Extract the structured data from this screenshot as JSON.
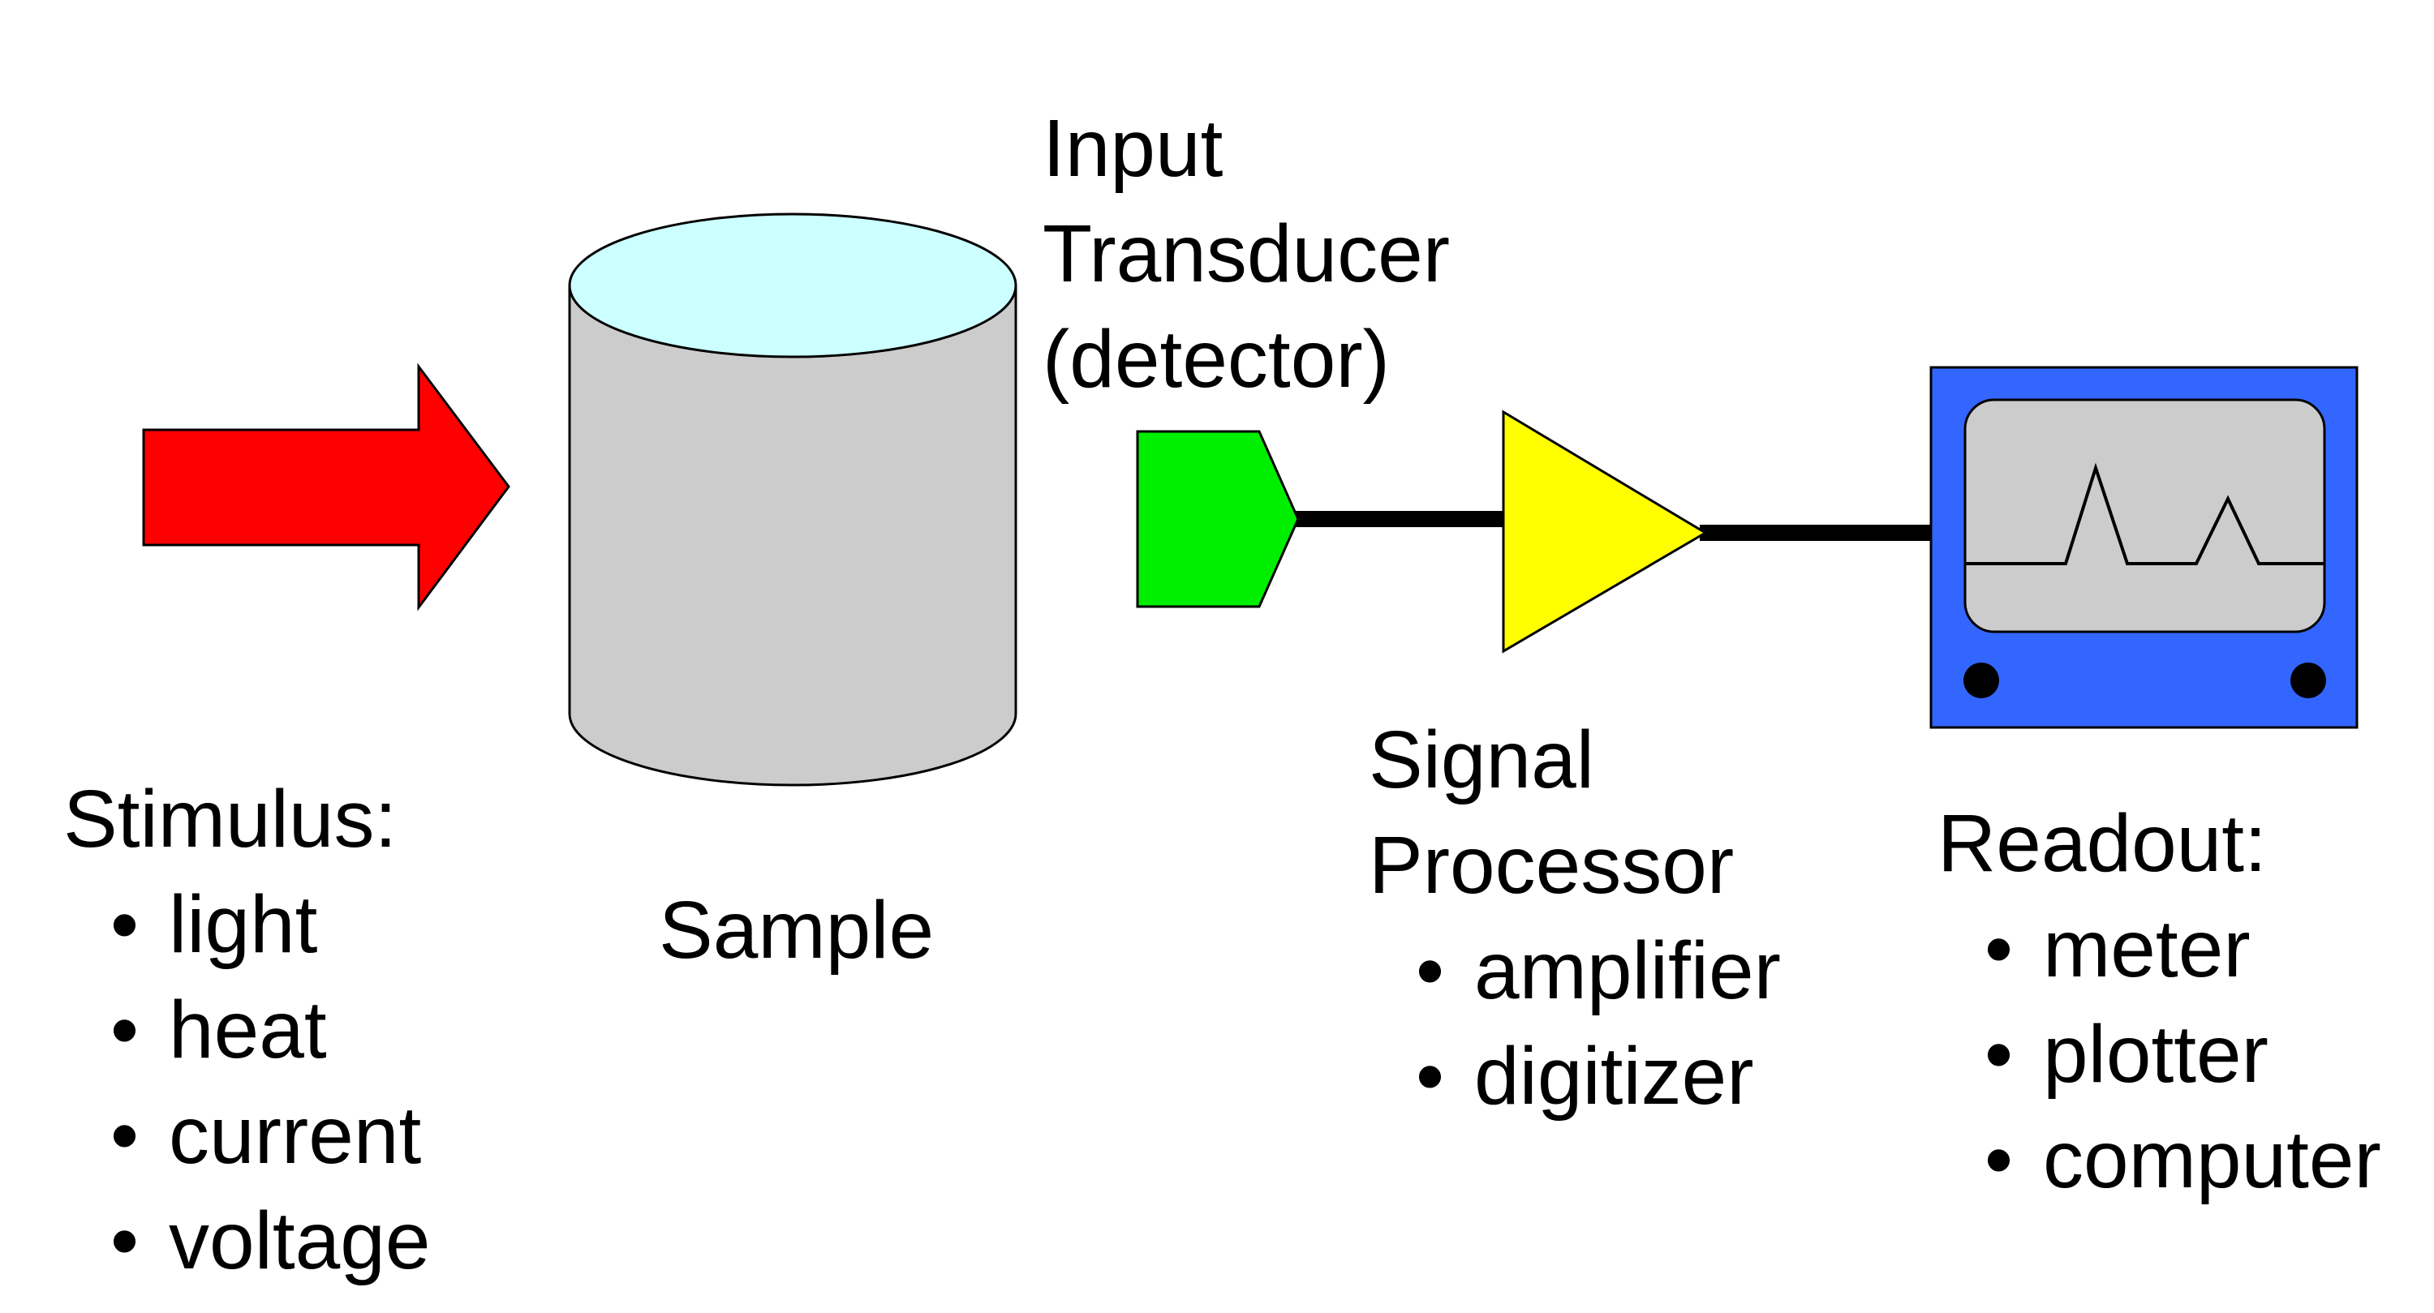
{
  "colors": {
    "stimulus_arrow": "#ff0000",
    "sample_body": "#cccccc",
    "sample_top": "#ccffff",
    "transducer": "#00ee00",
    "amplifier": "#ffff00",
    "readout_frame": "#3366ff",
    "readout_screen": "#cccccc",
    "wire": "#000000"
  },
  "labels": {
    "stimulus": {
      "title": "Stimulus:",
      "items": [
        "light",
        "heat",
        "current",
        "voltage"
      ]
    },
    "sample": {
      "title": "Sample"
    },
    "transducer": {
      "lines": [
        "Input",
        "Transducer",
        "(detector)"
      ]
    },
    "signal_processor": {
      "lines": [
        "Signal",
        "Processor"
      ],
      "items": [
        "amplifier",
        "digitizer"
      ]
    },
    "readout": {
      "title": "Readout:",
      "items": [
        "meter",
        "plotter",
        "computer"
      ]
    }
  }
}
